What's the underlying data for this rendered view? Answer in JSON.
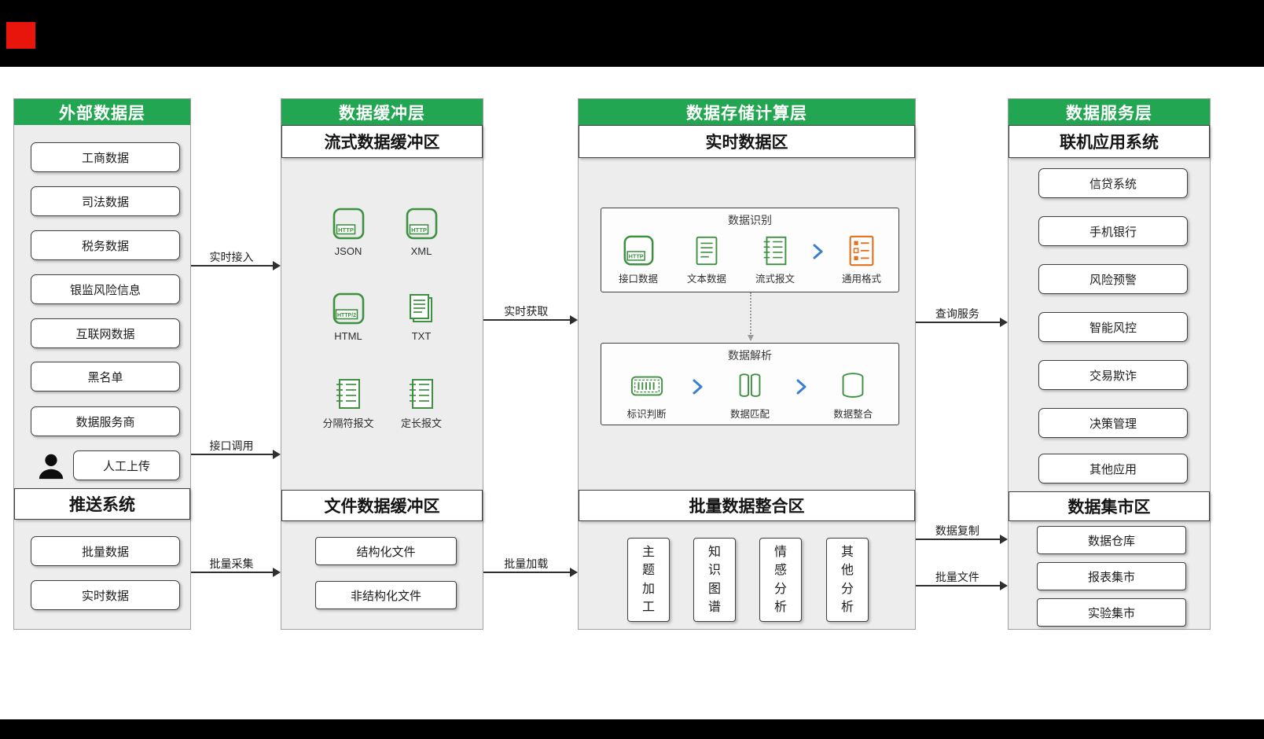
{
  "layers": {
    "external": {
      "title": "外部数据层",
      "items": [
        "工商数据",
        "司法数据",
        "税务数据",
        "银监风险信息",
        "互联网数据",
        "黑名单",
        "数据服务商"
      ],
      "manual_upload": "人工上传",
      "push": {
        "title": "推送系统",
        "items": [
          "批量数据",
          "实时数据"
        ]
      }
    },
    "buffer": {
      "title": "数据缓冲层",
      "stream": {
        "title": "流式数据缓冲区",
        "items": [
          {
            "label": "JSON",
            "icon": "http-file-icon"
          },
          {
            "label": "XML",
            "icon": "http-file-icon"
          },
          {
            "label": "HTML",
            "icon": "http2-file-icon"
          },
          {
            "label": "TXT",
            "icon": "text-pages-icon"
          },
          {
            "label": "分隔符报文",
            "icon": "message-doc-icon"
          },
          {
            "label": "定长报文",
            "icon": "message-doc-icon"
          }
        ]
      },
      "file": {
        "title": "文件数据缓冲区",
        "items": [
          "结构化文件",
          "非结构化文件"
        ]
      }
    },
    "storage": {
      "title": "数据存储计算层",
      "realtime": {
        "title": "实时数据区",
        "recognition": {
          "title": "数据识别",
          "items": [
            {
              "label": "接口数据",
              "icon": "http-file-icon"
            },
            {
              "label": "文本数据",
              "icon": "text-doc-icon"
            },
            {
              "label": "流式报文",
              "icon": "message-doc-icon"
            },
            {
              "label": "通用格式",
              "icon": "checklist-icon"
            }
          ]
        },
        "parsing": {
          "title": "数据解析",
          "items": [
            {
              "label": "标识判断",
              "icon": "barcode-icon"
            },
            {
              "label": "数据匹配",
              "icon": "data-columns-icon"
            },
            {
              "label": "数据整合",
              "icon": "database-icon"
            }
          ]
        }
      },
      "batch": {
        "title": "批量数据整合区",
        "items": [
          "主题加工",
          "知识图谱",
          "情感分析",
          "其他分析"
        ]
      }
    },
    "service": {
      "title": "数据服务层",
      "online": {
        "title": "联机应用系统",
        "items": [
          "信贷系统",
          "手机银行",
          "风险预警",
          "智能风控",
          "交易欺诈",
          "决策管理",
          "其他应用"
        ]
      },
      "mart": {
        "title": "数据集市区",
        "items": [
          "数据仓库",
          "报表集市",
          "实验集市"
        ]
      }
    }
  },
  "arrows": [
    {
      "label": "实时接入"
    },
    {
      "label": "接口调用"
    },
    {
      "label": "批量采集"
    },
    {
      "label": "实时获取"
    },
    {
      "label": "批量加载"
    },
    {
      "label": "查询服务"
    },
    {
      "label": "数据复制"
    },
    {
      "label": "批量文件"
    }
  ],
  "badges": {
    "http": "HTTP",
    "http2": "HTTP/2"
  },
  "colors": {
    "header_green": "#23a652",
    "panel_bg": "#ededed",
    "icon_green": "#3f9142",
    "icon_orange": "#e2701f",
    "chevron_blue": "#3b7fd4",
    "indicator_red": "#e8150d"
  }
}
